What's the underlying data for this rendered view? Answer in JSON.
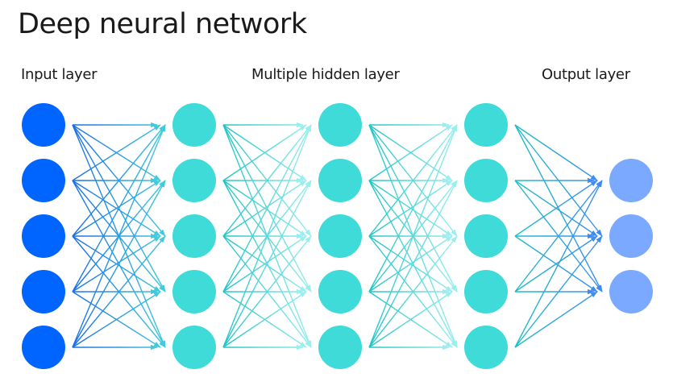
{
  "title": "Deep neural network",
  "labels": {
    "input": "Input layer",
    "hidden": "Multiple hidden layer",
    "output": "Output layer"
  },
  "layers": [
    {
      "name": "input",
      "nodes": 5,
      "color": "#0064ff"
    },
    {
      "name": "hidden-1",
      "nodes": 5,
      "color": "#3fdbd8"
    },
    {
      "name": "hidden-2",
      "nodes": 5,
      "color": "#3fdbd8"
    },
    {
      "name": "hidden-3",
      "nodes": 5,
      "color": "#3fdbd8"
    },
    {
      "name": "output",
      "nodes": 3,
      "color": "#7aa9ff"
    }
  ],
  "connections": "fully-connected",
  "edge_colors": [
    {
      "from": "#1a6ee8",
      "to": "#3fcbdc"
    },
    {
      "from": "#20c4c6",
      "to": "#9beef0"
    },
    {
      "from": "#20c4c6",
      "to": "#9beef0"
    },
    {
      "from": "#20bfc8",
      "to": "#3f8cf0"
    }
  ]
}
